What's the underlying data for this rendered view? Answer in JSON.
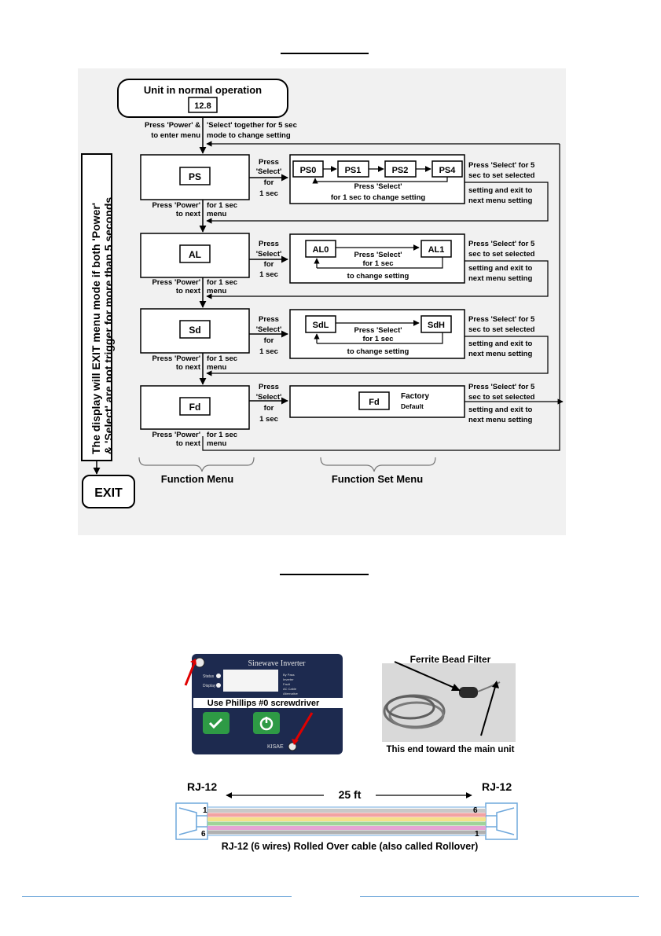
{
  "flowchart": {
    "start_title": "Unit in normal operation",
    "start_value": "12.8",
    "enter_line1a": "Press 'Power' &",
    "enter_line1b": "'Select' together for 5 sec",
    "enter_line2a": "to enter menu",
    "enter_line2b": "mode to change setting",
    "side_text_line1": "The display will EXIT menu mode if both 'Power'",
    "side_text_line2": "& 'Select' are not trigger for more than 5 seconds",
    "exit_label": "EXIT",
    "press_select": [
      "Press",
      "'Select'",
      "for",
      "1 sec"
    ],
    "press_power_a": "Press 'Power'",
    "press_power_b": "for 1 sec",
    "to_next": "to next",
    "menu_word": "menu",
    "right_note": [
      "Press 'Select' for 5",
      "sec to set selected",
      "setting and exit to",
      "next menu setting"
    ],
    "menus": [
      {
        "label": "PS",
        "options": [
          "PS0",
          "PS1",
          "PS2",
          "PS4"
        ],
        "inner1": "Press 'Select'",
        "inner2": "for 1 sec to change setting"
      },
      {
        "label": "AL",
        "options": [
          "AL0",
          "AL1"
        ],
        "inner1": "Press 'Select'",
        "inner1b": "for 1 sec",
        "inner2": "to change setting"
      },
      {
        "label": "Sd",
        "options": [
          "SdL",
          "SdH"
        ],
        "inner1": "Press 'Select'",
        "inner1b": "for 1 sec",
        "inner2": "to change setting"
      },
      {
        "label": "Fd",
        "options": [
          "Fd"
        ],
        "factory1": "Factory",
        "factory2": "Default"
      }
    ],
    "function_menu_label": "Function Menu",
    "function_set_menu_label": "Function Set Menu"
  },
  "photos": {
    "inverter_title": "Sinewave Inverter",
    "inverter_status": "Status",
    "inverter_display": "Display",
    "inverter_legend": [
      "By Pass",
      "Inverter",
      "Fault",
      "AC Cable",
      "Alternative"
    ],
    "inverter_brand": "KISAE",
    "screwdriver_caption": "Use Phillips #0 screwdriver",
    "ferrite_title": "Ferrite Bead Filter",
    "ferrite_caption": "This end toward the main unit"
  },
  "cable": {
    "left_label": "RJ-12",
    "right_label": "RJ-12",
    "length": "25 ft",
    "pin_left_top": "1",
    "pin_left_bottom": "6",
    "pin_right_top": "6",
    "pin_right_bottom": "1",
    "caption": "RJ-12 (6 wires) Rolled Over cable (also called Rollover)",
    "wire_colors": [
      "#c8c8c8",
      "#f2a2a2",
      "#f5e18a",
      "#9fd39a",
      "#e6a3d6",
      "#b0b0b0"
    ]
  }
}
